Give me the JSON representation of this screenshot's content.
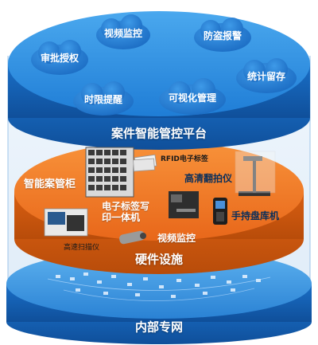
{
  "platform": {
    "title": "案件智能管控平台",
    "features": [
      "视频监控",
      "防盗报警",
      "审批授权",
      "统计留存",
      "时限提醒",
      "可视化管理"
    ]
  },
  "hardware": {
    "title": "硬件设施",
    "devices": {
      "cabinet": "智能案管柜",
      "rfid": "RFID电子标签",
      "camera_hd": "高清翻拍仪",
      "printer": "电子标签写\n印一体机",
      "scanner_handheld": "手持盘库机",
      "scanner_fast": "高速扫描仪",
      "video": "视频监控"
    }
  },
  "network": {
    "title": "内部专网"
  },
  "colors": {
    "blue_top": "#2f8fe0",
    "blue_dark": "#1764b8",
    "orange": "#f07a22"
  }
}
